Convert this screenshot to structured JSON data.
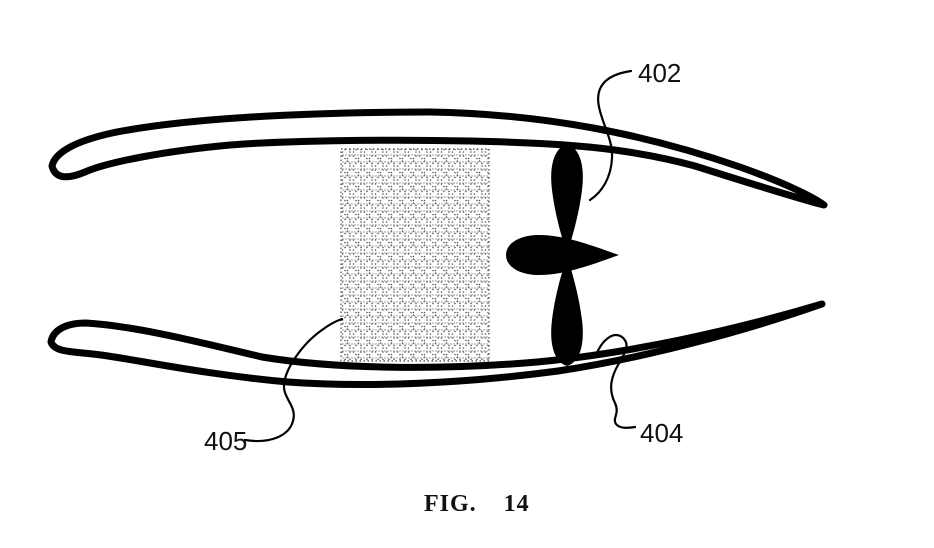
{
  "figure": {
    "caption": "FIG. 14",
    "labels": {
      "l402": "402",
      "l404": "404",
      "l405": "405"
    }
  },
  "colors": {
    "ink": "#000000",
    "paper": "#ffffff"
  }
}
